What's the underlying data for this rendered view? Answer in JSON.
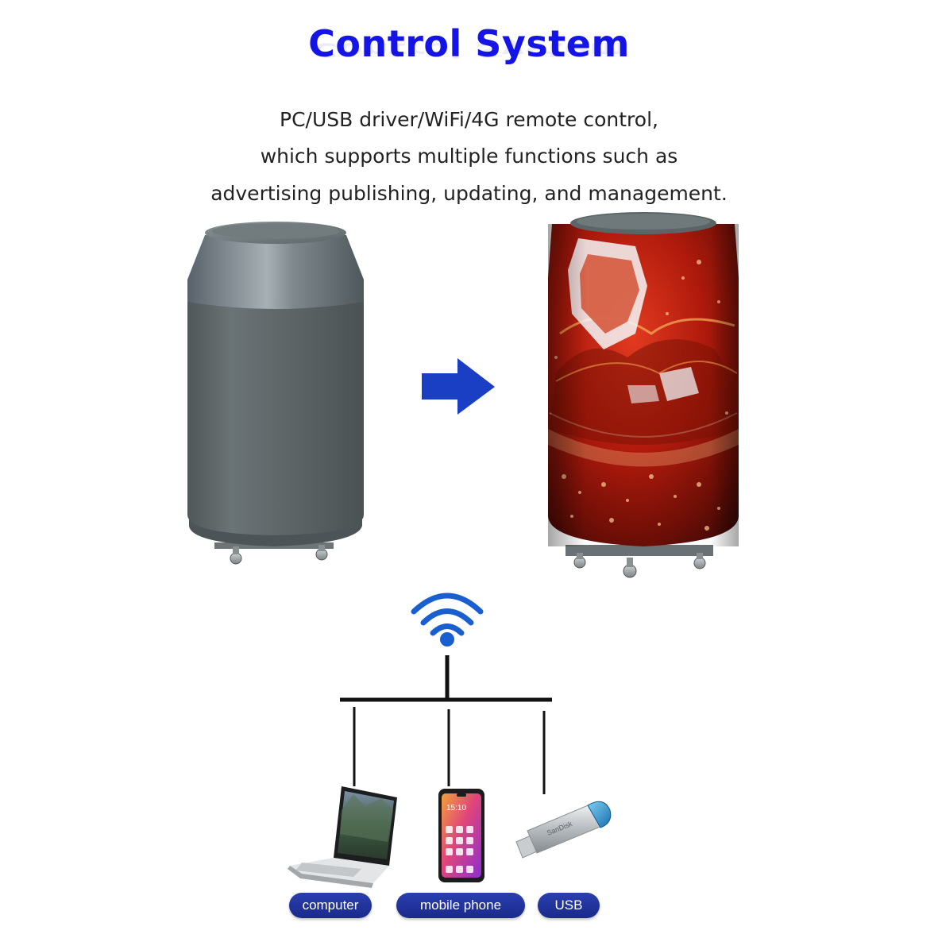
{
  "title": "Control System",
  "description": {
    "line1": "PC/USB driver/WiFi/4G remote control,",
    "line2": "which supports multiple functions such as",
    "line3": "advertising publishing, updating, and management."
  },
  "devices": {
    "computer": "computer",
    "mobile_phone": "mobile phone",
    "usb": "USB"
  },
  "phone_time": "15:10",
  "usb_brand": "SanDisk",
  "colors": {
    "title": "#1414e6",
    "arrow": "#1a3fc4",
    "wifi": "#1a5fd0",
    "can_body": "#5f6769",
    "pill": "#1e2e9a"
  },
  "icons": [
    "wifi-icon",
    "right-arrow-icon",
    "laptop-icon",
    "phone-icon",
    "usb-drive-icon"
  ]
}
